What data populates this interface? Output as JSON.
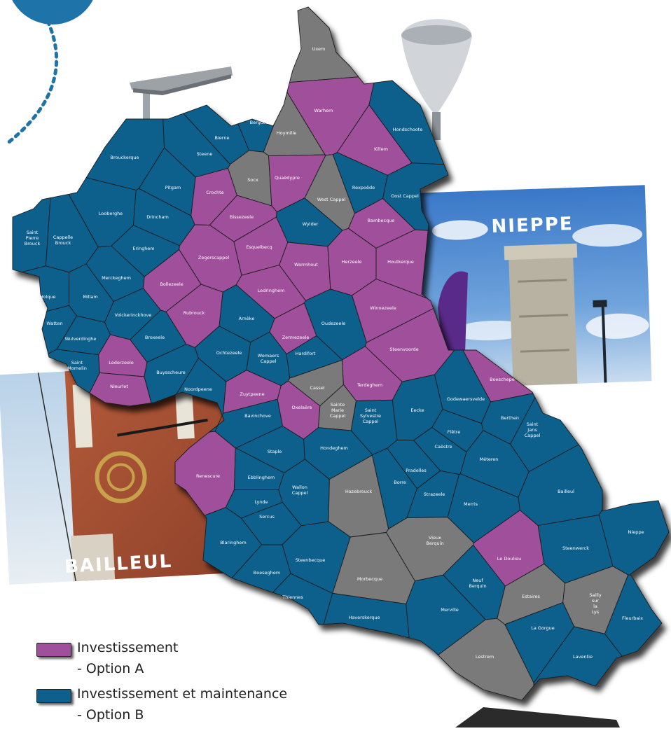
{
  "colors": {
    "option_a": "#a0509a",
    "option_b": "#0f5f8c",
    "other": "#7a7a7a",
    "accent": "#1e74a8"
  },
  "photos": {
    "nieppe_title": "NIEPPE",
    "bailleul_title": "BAILLEUL"
  },
  "map": {
    "communes": [
      {
        "name": "Uxem",
        "cat": "other"
      },
      {
        "name": "Warhem",
        "cat": "a"
      },
      {
        "name": "Hondschoote",
        "cat": "b"
      },
      {
        "name": "Killem",
        "cat": "a"
      },
      {
        "name": "Bergues",
        "cat": "b"
      },
      {
        "name": "Hoymille",
        "cat": "other"
      },
      {
        "name": "Bierne",
        "cat": "b"
      },
      {
        "name": "Steene",
        "cat": "b"
      },
      {
        "name": "Brouckerque",
        "cat": "b"
      },
      {
        "name": "Socx",
        "cat": "other"
      },
      {
        "name": "Quaëdypre",
        "cat": "a"
      },
      {
        "name": "West Cappel",
        "cat": "other"
      },
      {
        "name": "Rexpoëde",
        "cat": "b"
      },
      {
        "name": "Oost Cappel",
        "cat": "b"
      },
      {
        "name": "Pitgam",
        "cat": "b"
      },
      {
        "name": "Crochte",
        "cat": "a"
      },
      {
        "name": "Looberghe",
        "cat": "b"
      },
      {
        "name": "Drincham",
        "cat": "b"
      },
      {
        "name": "Bissezeele",
        "cat": "a"
      },
      {
        "name": "Wylder",
        "cat": "b"
      },
      {
        "name": "Bambecque",
        "cat": "a"
      },
      {
        "name": "Saint Pierre Brouck",
        "cat": "b"
      },
      {
        "name": "Cappelle Brouck",
        "cat": "b"
      },
      {
        "name": "Eringhem",
        "cat": "b"
      },
      {
        "name": "Zegerscappel",
        "cat": "a"
      },
      {
        "name": "Esquelbecq",
        "cat": "a"
      },
      {
        "name": "Wormhout",
        "cat": "a"
      },
      {
        "name": "Herzeele",
        "cat": "a"
      },
      {
        "name": "Houtkerque",
        "cat": "a"
      },
      {
        "name": "Merckeghem",
        "cat": "b"
      },
      {
        "name": "Bollezeele",
        "cat": "a"
      },
      {
        "name": "Holque",
        "cat": "b"
      },
      {
        "name": "Millam",
        "cat": "b"
      },
      {
        "name": "Ledringhem",
        "cat": "a"
      },
      {
        "name": "Volckerinckhove",
        "cat": "b"
      },
      {
        "name": "Winnezeele",
        "cat": "a"
      },
      {
        "name": "Watten",
        "cat": "b"
      },
      {
        "name": "Arnèke",
        "cat": "b"
      },
      {
        "name": "Oudezeele",
        "cat": "b"
      },
      {
        "name": "Rubrouck",
        "cat": "a"
      },
      {
        "name": "Wulverdinghe",
        "cat": "b"
      },
      {
        "name": "Broxeele",
        "cat": "b"
      },
      {
        "name": "Zermezeele",
        "cat": "a"
      },
      {
        "name": "Steenvoorde",
        "cat": "a"
      },
      {
        "name": "Ochtezeele",
        "cat": "b"
      },
      {
        "name": "Wemaers Cappel",
        "cat": "b"
      },
      {
        "name": "Hardifort",
        "cat": "b"
      },
      {
        "name": "Saint Momelin",
        "cat": "b"
      },
      {
        "name": "Lederzeele",
        "cat": "a"
      },
      {
        "name": "Buysscheure",
        "cat": "b"
      },
      {
        "name": "Boeschepe",
        "cat": "a"
      },
      {
        "name": "Noordpeene",
        "cat": "b"
      },
      {
        "name": "Nieurlet",
        "cat": "a"
      },
      {
        "name": "Cassel",
        "cat": "other"
      },
      {
        "name": "Terdeghem",
        "cat": "a"
      },
      {
        "name": "Zuytpeene",
        "cat": "a"
      },
      {
        "name": "Sainte Marie Cappel",
        "cat": "other"
      },
      {
        "name": "Godewaersvelde",
        "cat": "b"
      },
      {
        "name": "Oxelaëre",
        "cat": "a"
      },
      {
        "name": "Saint Sylvestre Cappel",
        "cat": "b"
      },
      {
        "name": "Bavinchove",
        "cat": "b"
      },
      {
        "name": "Eecke",
        "cat": "b"
      },
      {
        "name": "Berthen",
        "cat": "b"
      },
      {
        "name": "Flêtre",
        "cat": "b"
      },
      {
        "name": "Saint Jans Cappel",
        "cat": "b"
      },
      {
        "name": "Staple",
        "cat": "b"
      },
      {
        "name": "Hondeghem",
        "cat": "b"
      },
      {
        "name": "Caëstre",
        "cat": "b"
      },
      {
        "name": "Méteren",
        "cat": "b"
      },
      {
        "name": "Pradelles",
        "cat": "b"
      },
      {
        "name": "Renescure",
        "cat": "a"
      },
      {
        "name": "Ebblinghem",
        "cat": "b"
      },
      {
        "name": "Wallon Cappel",
        "cat": "b"
      },
      {
        "name": "Hazebrouck",
        "cat": "other"
      },
      {
        "name": "Borre",
        "cat": "b"
      },
      {
        "name": "Bailleul",
        "cat": "b"
      },
      {
        "name": "Strazeele",
        "cat": "b"
      },
      {
        "name": "Lynde",
        "cat": "b"
      },
      {
        "name": "Merris",
        "cat": "b"
      },
      {
        "name": "Sercus",
        "cat": "b"
      },
      {
        "name": "Nieppe",
        "cat": "b"
      },
      {
        "name": "Vieux Berquin",
        "cat": "other"
      },
      {
        "name": "Blaringhem",
        "cat": "b"
      },
      {
        "name": "Le Doulieu",
        "cat": "a"
      },
      {
        "name": "Steenwerck",
        "cat": "b"
      },
      {
        "name": "Steenbecque",
        "cat": "b"
      },
      {
        "name": "Morbecque",
        "cat": "other"
      },
      {
        "name": "Boeseghem",
        "cat": "b"
      },
      {
        "name": "Neuf Berquin",
        "cat": "b"
      },
      {
        "name": "Thiennes",
        "cat": "b"
      },
      {
        "name": "Estaires",
        "cat": "other"
      },
      {
        "name": "Sailly sur la Lys",
        "cat": "other"
      },
      {
        "name": "Merville",
        "cat": "b"
      },
      {
        "name": "Haverskerque",
        "cat": "b"
      },
      {
        "name": "Fleurbaix",
        "cat": "b"
      },
      {
        "name": "La Gorgue",
        "cat": "b"
      },
      {
        "name": "Lestrem",
        "cat": "other"
      },
      {
        "name": "Laventie",
        "cat": "b"
      }
    ]
  },
  "legend": {
    "option_a_label": "Investissement",
    "option_a_sub": "- Option A",
    "option_b_label": "Investissement et maintenance",
    "option_b_sub": "- Option B"
  }
}
